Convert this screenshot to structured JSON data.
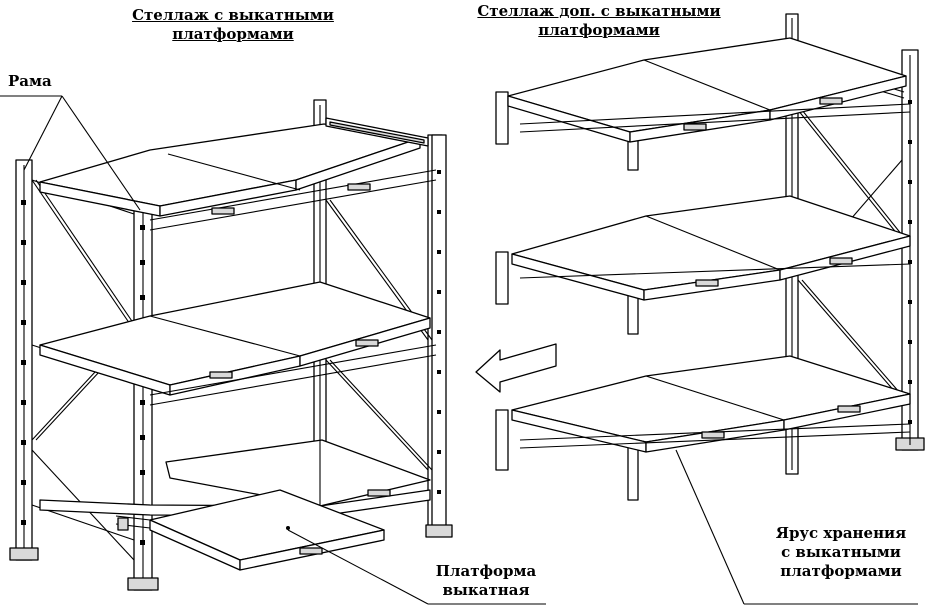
{
  "titles": {
    "left": [
      "Стеллаж с выкатными",
      "платформами"
    ],
    "right": [
      "Стеллаж доп. с выкатными",
      "платформами"
    ]
  },
  "callouts": {
    "frame": "Рама",
    "platform": [
      "Платформа",
      "выкатная"
    ],
    "tier": [
      "Ярус хранения",
      "с выкатными",
      "платформами"
    ]
  },
  "icons": {
    "arrow": "left-arrow-icon"
  }
}
